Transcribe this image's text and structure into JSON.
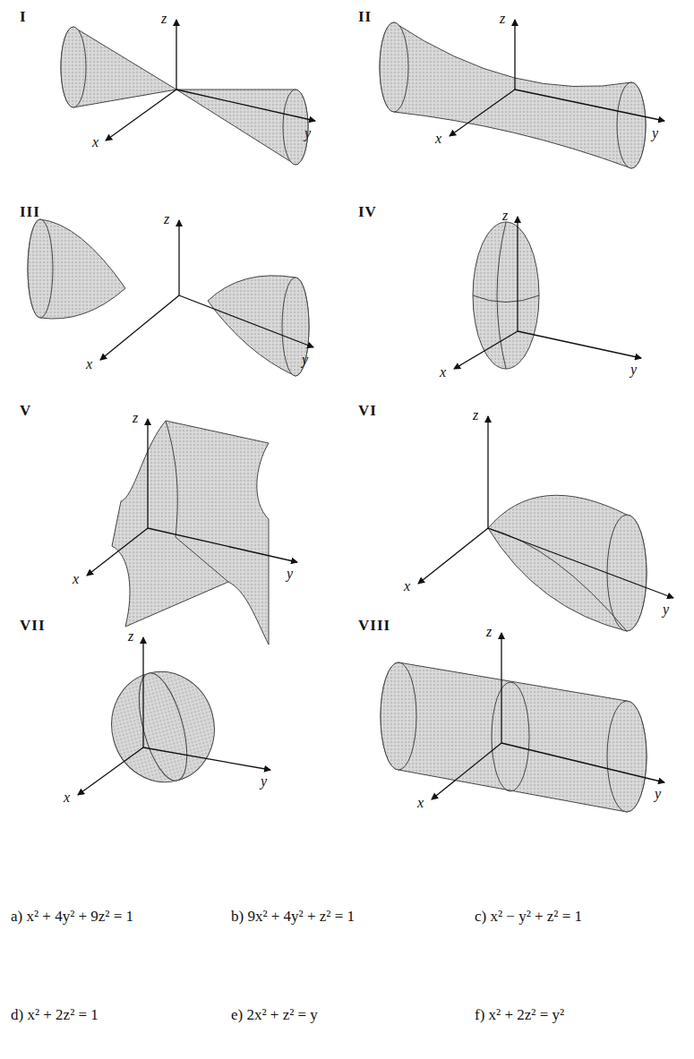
{
  "diagram": {
    "labels": [
      "I",
      "z",
      "x",
      "y",
      "II",
      "z",
      "x",
      "y",
      "III",
      "z",
      "x",
      "y",
      "IV",
      "z",
      "x",
      "y",
      "V",
      "z",
      "x",
      "y",
      "VI",
      "z",
      "x",
      "y",
      "VII",
      "z",
      "x",
      "y",
      "VIII",
      "z",
      "x",
      "y",
      "a) x² + 4y² + 9z² = 1",
      "b) 9x² + 4y² + z² = 1",
      "c) x² − y² + z² = 1",
      "d) x² + 2z² = 1",
      "e) 2x² + z² = y",
      "f) x² + 2z² = y²"
    ]
  }
}
